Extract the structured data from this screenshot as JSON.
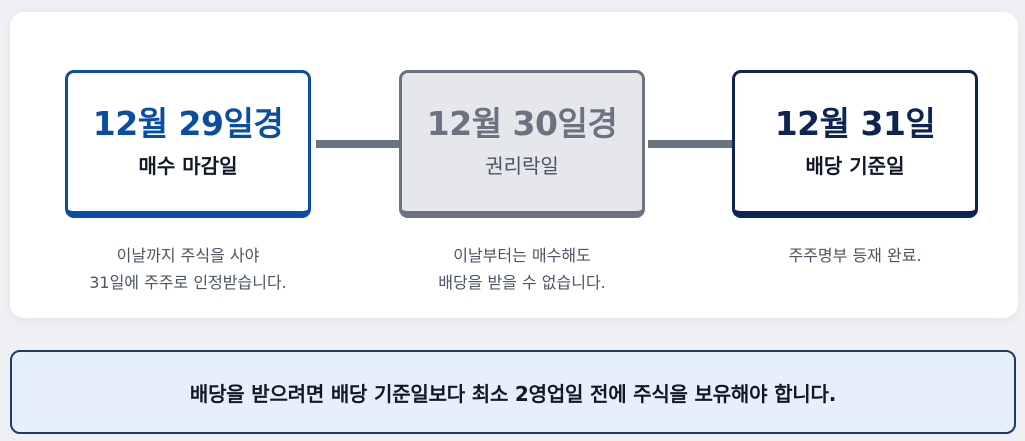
{
  "steps": [
    {
      "date": "12월 29일경",
      "label": "매수 마감일",
      "description": "이날까지 주식을 사야\n31일에 주주로 인정받습니다."
    },
    {
      "date": "12월 30일경",
      "label": "권리락일",
      "description": "이날부터는 매수해도\n배당을 받을 수 없습니다."
    },
    {
      "date": "12월 31일",
      "label": "배당 기준일",
      "description": "주주명부 등재 완료."
    }
  ],
  "note": "배당을 받으려면 배당 기준일보다 최소 2영업일 전에 주식을 보유해야 합니다.",
  "colors": {
    "accent_blue": "#0b4da2",
    "muted_gray": "#6b7280",
    "navy": "#0d2550",
    "note_background": "#e6f0fb"
  }
}
